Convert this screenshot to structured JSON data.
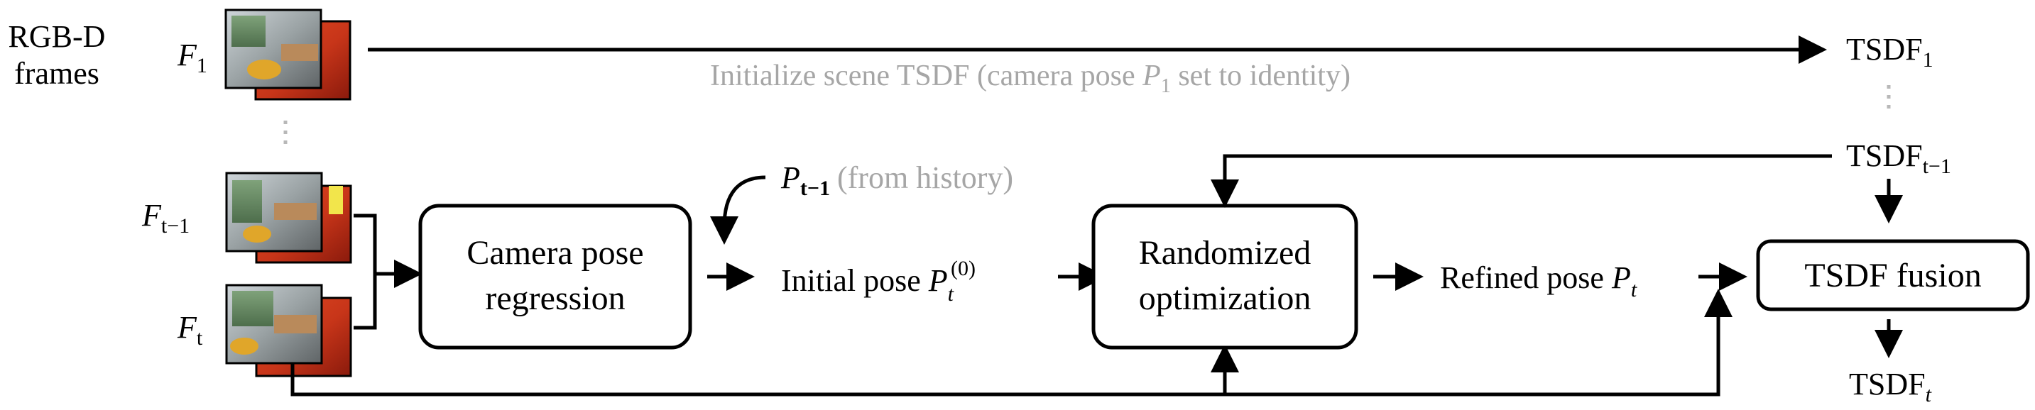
{
  "input": {
    "title_line1": "RGB-D",
    "title_line2": "frames",
    "frames": [
      {
        "base": "F",
        "sub": "1"
      },
      {
        "base": "F",
        "sub": "t−1"
      },
      {
        "base": "F",
        "sub": "t"
      }
    ]
  },
  "initialize": {
    "text_before": "Initialize scene TSDF (camera pose ",
    "pose_base": "P",
    "pose_sub": "1",
    "text_after": " set to identity)"
  },
  "history": {
    "pose_base": "P",
    "pose_sub": "t−1",
    "note": "(from history)"
  },
  "boxes": {
    "regression_line1": "Camera pose",
    "regression_line2": "regression",
    "optimization_line1": "Randomized",
    "optimization_line2": "optimization",
    "fusion": "TSDF fusion"
  },
  "initial_pose": {
    "text": "Initial pose ",
    "pose_base": "P",
    "pose_sub": "t",
    "pose_sup": "(0)"
  },
  "refined_pose": {
    "text": "Refined pose ",
    "pose_base": "P",
    "pose_sub": "t"
  },
  "tsdf": [
    {
      "base": "TSDF",
      "sub": "1"
    },
    {
      "base": "TSDF",
      "sub": "t−1"
    },
    {
      "base": "TSDF",
      "sub": "t"
    }
  ],
  "colors": {
    "gray_text": "#a6a6a6",
    "frame_depth": "#d8411f",
    "frame_depth_dark": "#7a140a"
  }
}
